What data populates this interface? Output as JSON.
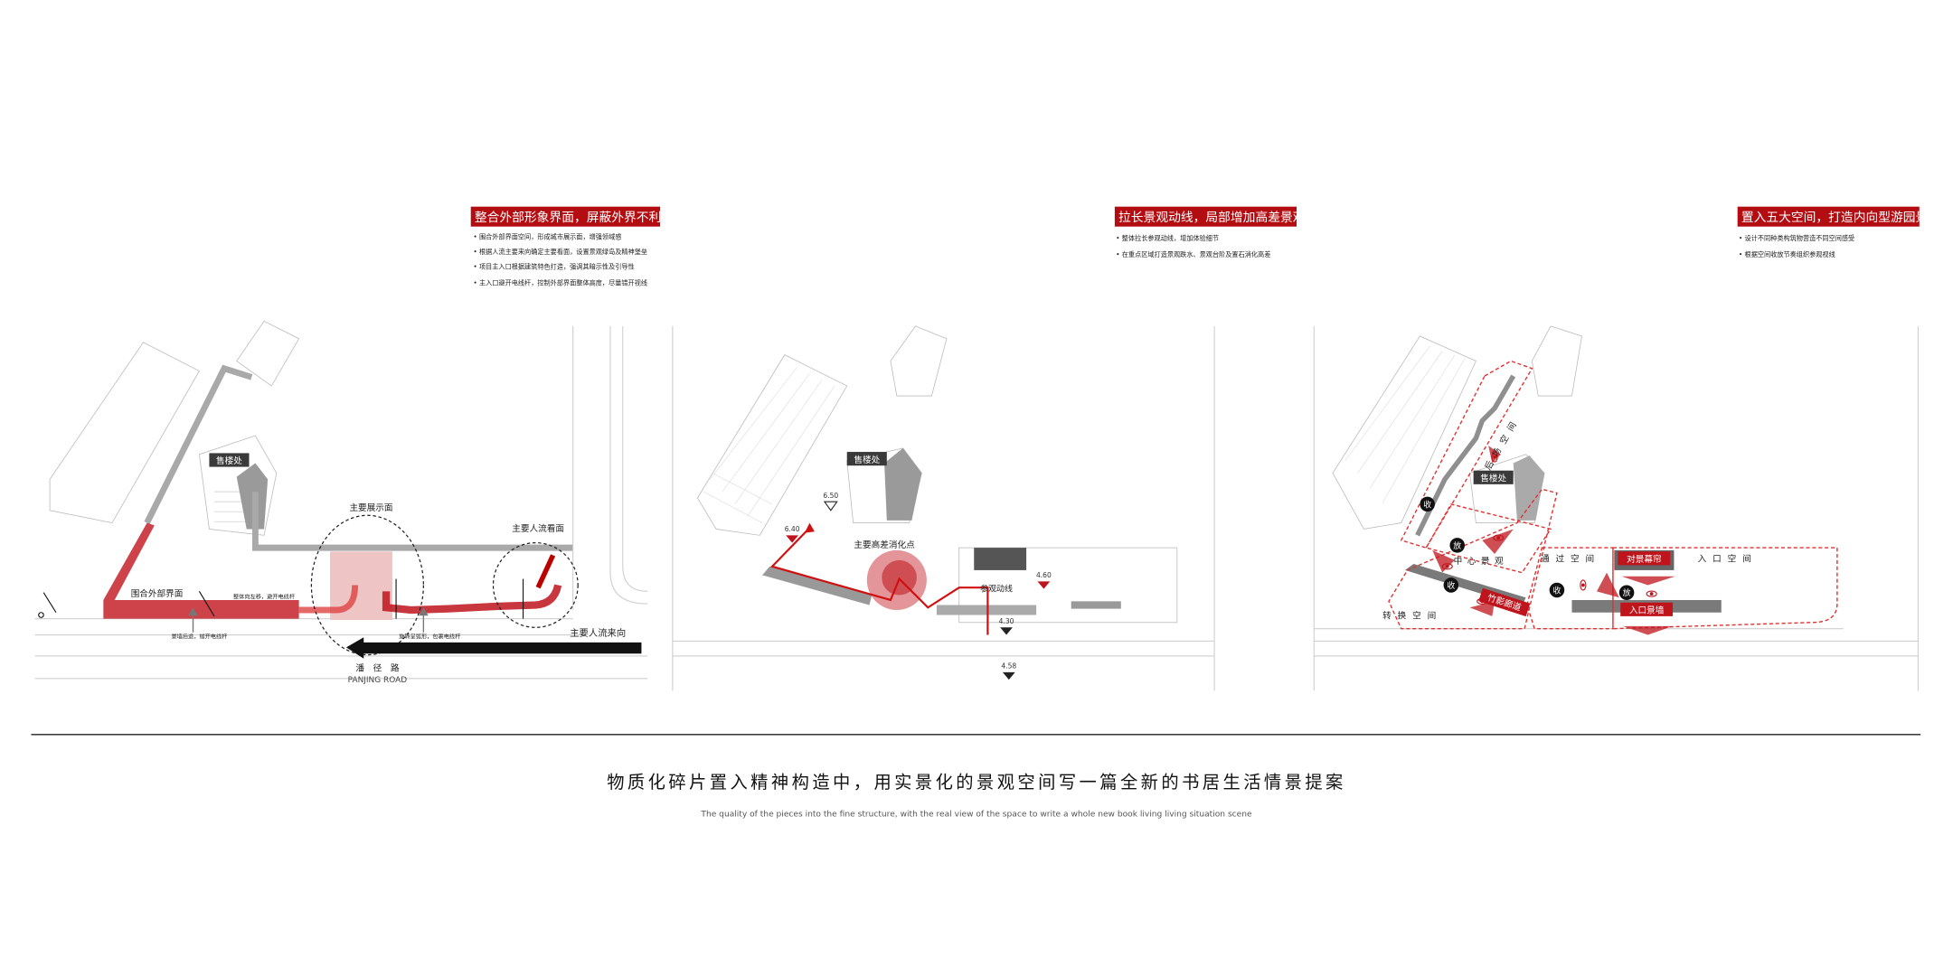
{
  "panels": [
    {
      "title": "整合外部形象界面，屏蔽外界不利因素",
      "bullets": [
        "• 围合外部界面空间，形成城市展示面，增强领域感",
        "• 根据人流主要来向确定主要看面，设置景观绿岛及精神堡垒",
        "• 项目主入口根据建筑特色打造，强调其暗示性及引导性",
        "• 主入口避开电线杆，控制外部界面整体高度，尽量错开视线"
      ],
      "labels": {
        "sales_office": "售楼处",
        "main_display": "主要展示面",
        "main_view": "主要人流看面",
        "enclosure": "围合外部界面",
        "shift_left": "整体向左移，避开电线杆",
        "wall_back": "景墙后退，错开电线杆",
        "rotate_arc": "旋转呈弧形，包裹电线杆",
        "flow_dir": "主要人流来向",
        "road_cn": "潘　径　路",
        "road_en": "PANJING ROAD"
      }
    },
    {
      "title": "拉长景观动线，局部增加高差景观",
      "bullets": [
        "• 整体拉长参观动线，增加体验细节",
        "• 在重点区域打造景观跌水、景观台阶及置石消化高差"
      ],
      "labels": {
        "sales_office": "售楼处",
        "elev_650": "6.50",
        "elev_640": "6.40",
        "elev_460": "4.60",
        "elev_430": "4.30",
        "elev_458": "4.58",
        "height_point": "主要高差消化点",
        "visit_route": "参观动线"
      }
    },
    {
      "title": "置入五大空间，打造内向型游园景观",
      "bullets": [
        "• 设计不同种类构筑物营造不同空间感受",
        "• 根据空间收放节奏组织参观视线"
      ],
      "labels": {
        "back_space": "后场空间",
        "sales_office": "售楼处",
        "shou": "收",
        "fang": "放",
        "center_landscape": "中心景观",
        "pass_space": "通过空间",
        "view_curtain": "对景幕帘",
        "entry_space": "入口空间",
        "bamboo_corridor": "竹影廊道",
        "transition_space": "转换空间",
        "entry_wall": "入口景墙"
      }
    }
  ],
  "footer": {
    "title": "物质化碎片置入精神构造中，用实景化的景观空间写一篇全新的书居生活情景提案",
    "subtitle": "The quality of the pieces into the fine structure, with the real view of the space to write a whole new book living living situation scene"
  },
  "colors": {
    "accent": "#c0141c",
    "title_bar": "#b30d12",
    "grey_path": "#a9a9a9",
    "pink": "#efc4c4"
  }
}
